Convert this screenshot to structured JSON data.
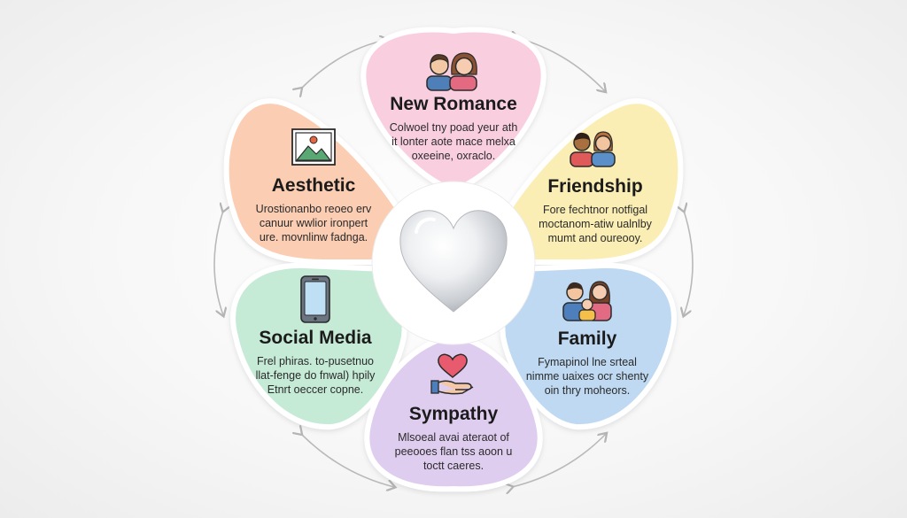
{
  "diagram": {
    "center_icon": "heart-icon",
    "petals": [
      {
        "id": "new-romance",
        "title": "New Romance",
        "lines": [
          "Colwoel tny poad yeur ath",
          "it lonter aote mace melxa",
          "oxeeine, oxraclo."
        ],
        "color": "#f9cfe0",
        "icon": "couple-icon"
      },
      {
        "id": "friendship",
        "title": "Friendship",
        "lines": [
          "Fore fechtnor notfigal",
          "moctanom-atiw ualnlby",
          "mumt and oureooy."
        ],
        "color": "#fbeeb4",
        "icon": "friends-icon"
      },
      {
        "id": "family",
        "title": "Family",
        "lines": [
          "Fymapinol lne srteal",
          "nimme uaixes ocr shenty",
          "oin thry moheors."
        ],
        "color": "#bed9f1",
        "icon": "family-icon"
      },
      {
        "id": "sympathy",
        "title": "Sympathy",
        "lines": [
          "Mlsoeal avai ateraot of",
          "peeooes flan tss aoon u",
          "toctt caeres."
        ],
        "color": "#dfcdf0",
        "icon": "heart-in-hand-icon"
      },
      {
        "id": "social-media",
        "title": "Social Media",
        "lines": [
          "Frel phiras. to-pusetnuo",
          "llat-fenge do fnwal) hpily",
          "Etnrt oeccer copne."
        ],
        "color": "#c5ead6",
        "icon": "smartphone-icon"
      },
      {
        "id": "aesthetic",
        "title": "Aesthetic",
        "lines": [
          "Urostionanbo reoeo erv",
          "canuur wwlior ironpert",
          "ure. movnlinw fadnga."
        ],
        "color": "#fbcdb3",
        "icon": "picture-frame-icon"
      }
    ]
  }
}
